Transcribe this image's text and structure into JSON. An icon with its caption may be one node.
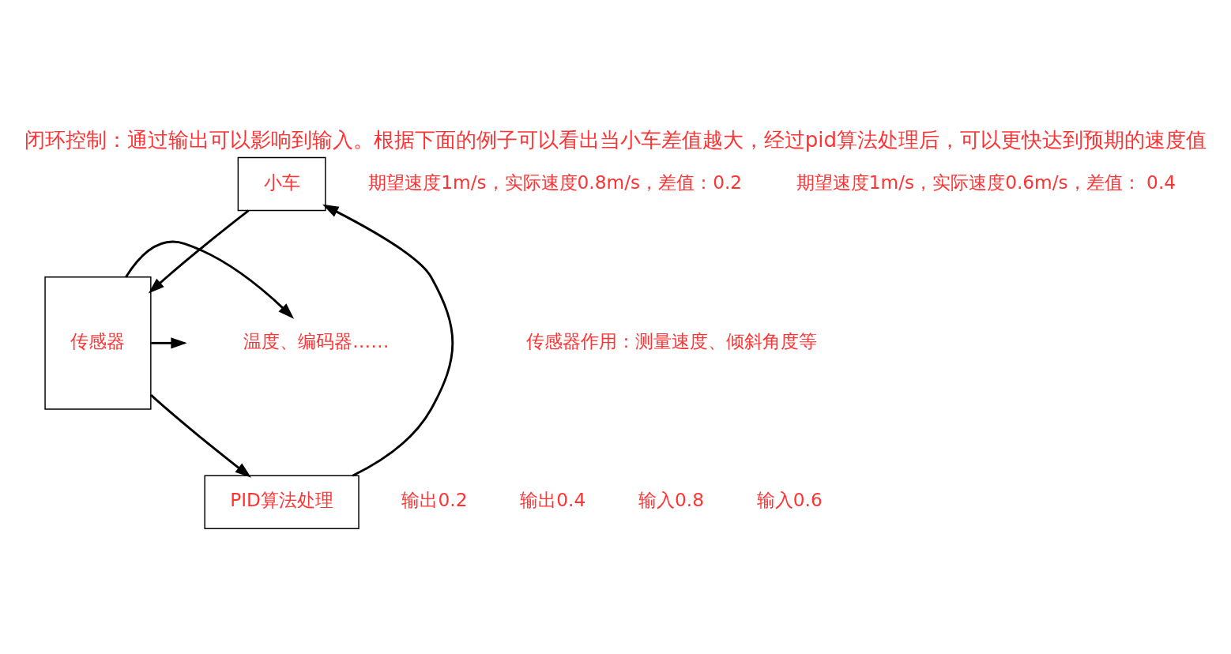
{
  "diagram": {
    "title": "闭环控制：通过输出可以影响到输入。根据下面的例子可以看出当小车差值越大，经过pid算法处理后，可以更快达到预期的速度值",
    "nodes": [
      {
        "text": [
          "小车"
        ]
      },
      {
        "text": [
          "传感器"
        ]
      },
      {
        "text": [
          "PID算法处理"
        ]
      },
      {
        "text": [
          "温度、编码器……"
        ]
      }
    ],
    "edges": [
      {
        "from": 0,
        "to": 1,
        "arrow": "to"
      },
      {
        "from": 1,
        "to": 2,
        "arrow": "to"
      },
      {
        "from": 2,
        "to": 0,
        "arrow": "to"
      },
      {
        "from": 1,
        "to": null,
        "arrow": "to"
      },
      {
        "from": 1,
        "to": 3,
        "arrow": "to"
      }
    ],
    "labels": [
      "期望速度1m/s，实际速度0.8m/s，差值：0.2",
      "期望速度1m/s，实际速度0.6m/s，差值： 0.4",
      "传感器作用：测量速度、倾斜角度等",
      "输出0.2",
      "输出0.4",
      "输入0.8",
      "输入0.6"
    ]
  }
}
